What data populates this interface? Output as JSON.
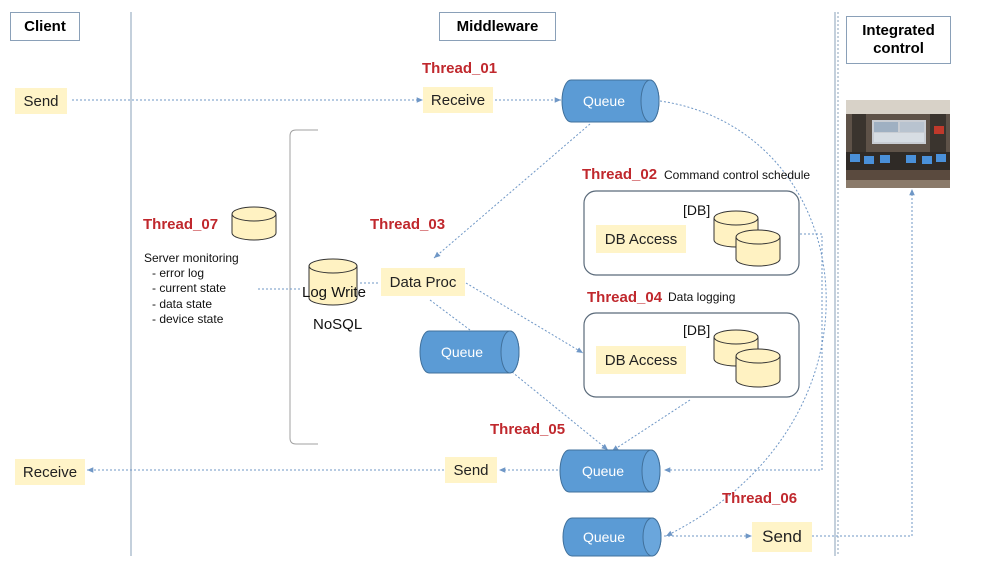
{
  "columns": {
    "client": "Client",
    "middleware": "Middleware",
    "integrated": "Integrated\ncontrol"
  },
  "client": {
    "send": "Send",
    "receive": "Receive"
  },
  "threads": {
    "t01": "Thread_01",
    "t02": "Thread_02",
    "t03": "Thread_03",
    "t04": "Thread_04",
    "t05": "Thread_05",
    "t06": "Thread_06",
    "t07": "Thread_07"
  },
  "descriptions": {
    "t02": "Command control schedule",
    "t04": "Data logging"
  },
  "nodes": {
    "receive": "Receive",
    "data_proc": "Data Proc",
    "db_access_1": "DB Access",
    "db_access_2": "DB Access",
    "db_tag_1": "[DB]",
    "db_tag_2": "[DB]",
    "send_mid": "Send",
    "send_right": "Send",
    "log_write": "Log Write",
    "nosql": "NoSQL",
    "queue": "Queue"
  },
  "monitoring": {
    "title": "Server monitoring",
    "items": [
      "- error log",
      "- current state",
      "- data state",
      "- device state"
    ]
  },
  "colors": {
    "queue_fill": "#5b9bd5",
    "note_fill": "#fff4c8",
    "thread_red": "#c0282d",
    "cylinder_fill": "#fff2c2"
  }
}
